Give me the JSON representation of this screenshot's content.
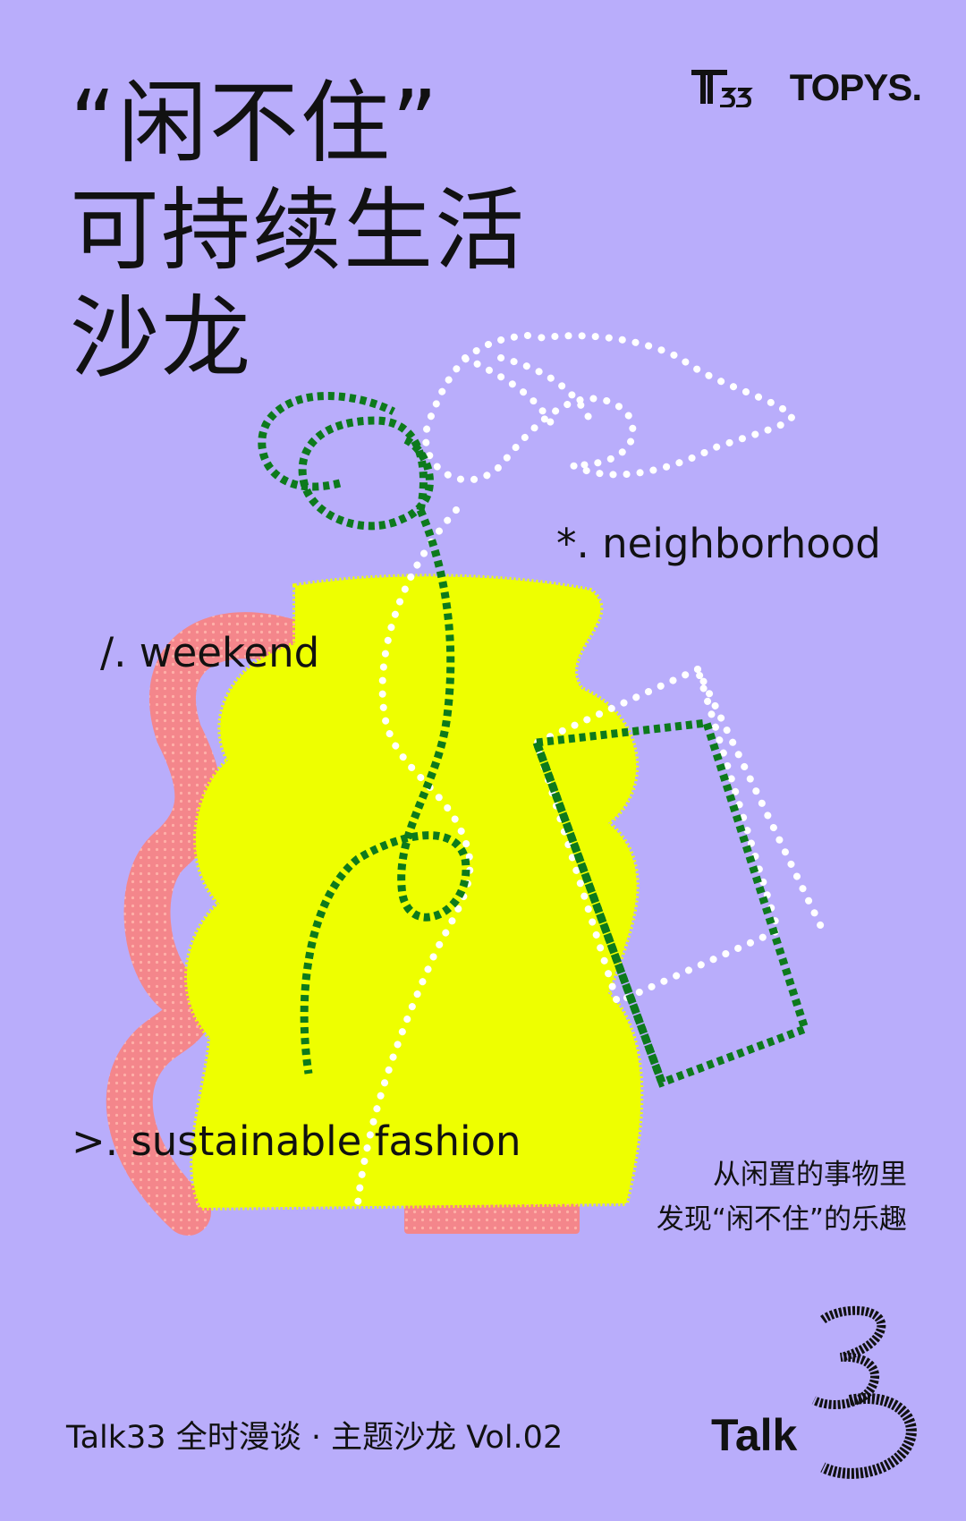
{
  "title": {
    "line1": "“闲不住”",
    "line2": "可持续生活",
    "line3": "沙龙"
  },
  "logos": {
    "t33_icon": "t33-logo-icon",
    "topys_text": "TOPYS."
  },
  "tags": {
    "neighborhood": "*. neighborhood",
    "weekend": "/. weekend",
    "fashion": ">. sustainable fashion"
  },
  "tagline": {
    "line1": "从闲置的事物里",
    "line2": "发现“闲不住”的乐趣"
  },
  "footer": {
    "text": "Talk33 全时漫谈 · 主题沙龙 Vol.02"
  },
  "talk_logo": {
    "word": "Talk",
    "icon": "talk33-logo-icon"
  },
  "colors": {
    "background": "#b9adfb",
    "vase_yellow": "#eeff00",
    "coral": "#f5888a",
    "green": "#0d7a1c",
    "white": "#ffffff",
    "ink": "#111111"
  }
}
